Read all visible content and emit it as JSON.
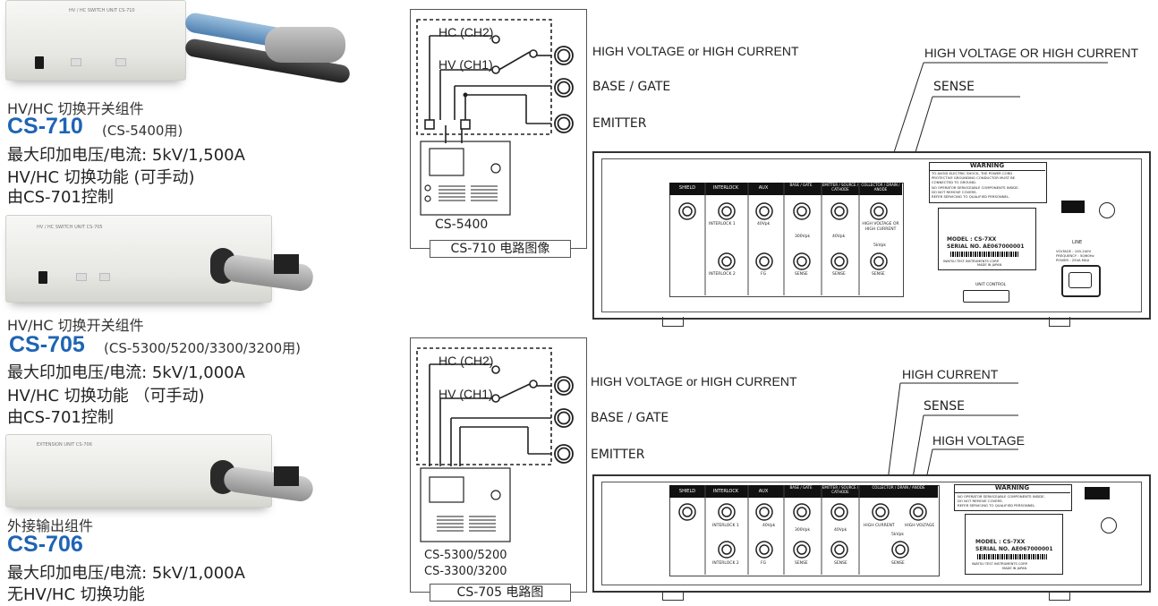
{
  "products": [
    {
      "device_label": "HV / HC SWITCH UNIT  CS-710",
      "category": "HV/HC 切换开关组件",
      "model": "CS-710",
      "compat": "(CS-5400用)",
      "lines": [
        "最大印加电压/电流: 5kV/1,500A",
        "HV/HC 切换功能 (可手动)",
        "由CS-701控制"
      ]
    },
    {
      "device_label": "HV / HC SWITCH UNIT  CS-705",
      "category": "HV/HC 切换开关组件",
      "model": "CS-705",
      "compat": "(CS-5300/5200/3300/3200用)",
      "lines": [
        "最大印加电压/电流: 5kV/1,000A",
        "HV/HC 切换功能 （可手动)",
        "由CS-701控制"
      ]
    },
    {
      "device_label": "EXTENSION UNIT  CS-706",
      "category": "外接输出组件",
      "model": "CS-706",
      "compat": "",
      "lines": [
        "最大印加电压/电流: 5kV/1,000A",
        "无HV/HC 切换功能"
      ]
    }
  ],
  "diagrams": [
    {
      "hc": "HC (CH2)",
      "hv": "HV (CH1)",
      "ports": [
        "HIGH VOLTAGE or HIGH CURRENT",
        "BASE / GATE",
        "EMITTER"
      ],
      "instrument": [
        "CS-5400"
      ],
      "caption": "CS-710 电路图像"
    },
    {
      "hc": "HC (CH2)",
      "hv": "HV (CH1)",
      "ports": [
        "HIGH VOLTAGE or HIGH CURRENT",
        "BASE / GATE",
        "EMITTER"
      ],
      "instrument": [
        "CS-5300/5200",
        "CS-3300/3200"
      ],
      "caption": "CS-705 电路图"
    }
  ],
  "panels": [
    {
      "callouts": [
        "HIGH VOLTAGE OR HIGH CURRENT",
        "SENSE"
      ],
      "headers": [
        "SHIELD",
        "INTERLOCK",
        "AUX",
        "BASE / GATE",
        "EMITTER / SOURCE / CATHODE",
        "COLLECTOR / DRAIN / ANODE"
      ],
      "jack_labels": [
        "INTERLOCK 1",
        "INTERLOCK 2",
        "40Vpk",
        "FG",
        "300Vpk",
        "SENSE",
        "40Vpk",
        "SENSE",
        "HIGH VOLTAGE OR HIGH CURRENT",
        "5kVpk",
        "SENSE"
      ],
      "warning_title": "WARNING",
      "warning_text": [
        "TO AVOID ELECTRIC SHOCK, THE POWER CORD",
        "PROTECTIVE GROUNDING CONDUCTOR MUST BE",
        "CONNECTED TO GROUND.",
        "NO OPERATOR SERVICEABLE COMPONENTS INSIDE.",
        "DO NOT REMOVE COVERS.",
        "REFER SERVICING TO QUALIFIED PERSONNEL."
      ],
      "model_line": "MODEL   :   CS-7XX",
      "serial_line": "SERIAL NO.   AE067000001",
      "maker": "IWATSU TEST INSTRUMENTS CORP.",
      "made_in": "MADE IN JAPAN",
      "unit_control": "UNIT CONTROL",
      "line_label": "LINE",
      "power_specs": [
        "VOLTAGE   : 100-240V",
        "FREQUENCY : 50/60Hz",
        "POWER     : 25VA MAX"
      ]
    },
    {
      "callouts": [
        "HIGH CURRENT",
        "SENSE",
        "HIGH VOLTAGE"
      ],
      "headers": [
        "SHIELD",
        "INTERLOCK",
        "AUX",
        "BASE / GATE",
        "EMITTER / SOURCE / CATHODE",
        "COLLECTOR / DRAIN / ANODE"
      ],
      "jack_labels": [
        "INTERLOCK 1",
        "INTERLOCK 2",
        "40Vpk",
        "FG",
        "300Vpk",
        "SENSE",
        "40Vpk",
        "SENSE",
        "HIGH CURRENT",
        "HIGH VOLTAGE",
        "5kVpk",
        "SENSE"
      ],
      "warning_title": "WARNING",
      "warning_text": [
        "NO OPERATOR SERVICEABLE COMPONENTS INSIDE.",
        "DO NOT REMOVE COVERS.",
        "REFER SERVICING TO QUALIFIED PERSONNEL."
      ],
      "model_line": "MODEL   :   CS-7XX",
      "serial_line": "SERIAL NO.   AE067000001",
      "maker": "IWATSU TEST INSTRUMENTS CORP.",
      "made_in": "MADE IN JAPAN"
    }
  ],
  "colors": {
    "model_blue": "#1e64b4",
    "panel_black": "#111111"
  }
}
